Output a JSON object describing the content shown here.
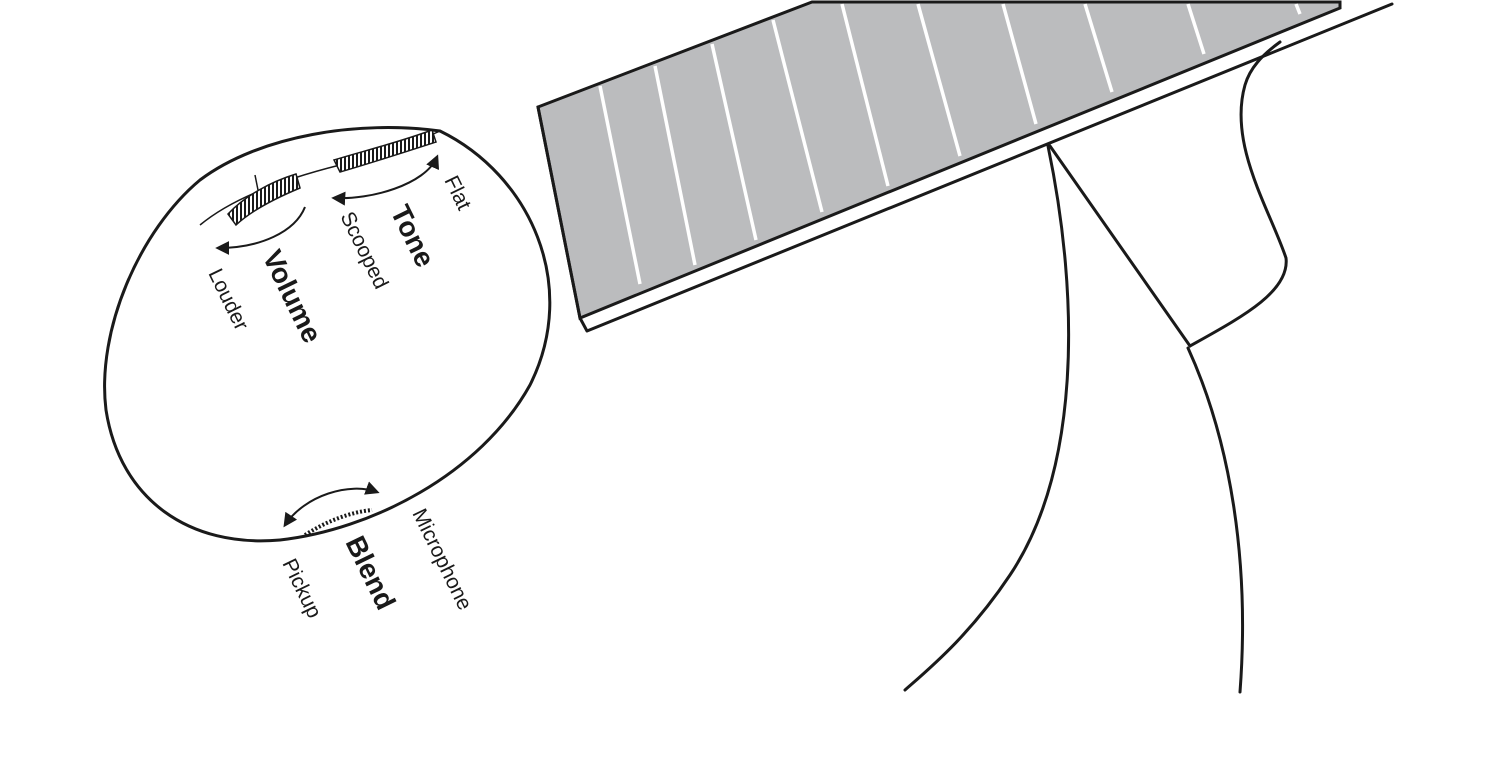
{
  "controls": {
    "tone": {
      "label": "Tone",
      "left_label": "Scooped",
      "right_label": "Flat"
    },
    "volume": {
      "label": "Volume",
      "left_label": "Louder"
    },
    "blend": {
      "label": "Blend",
      "left_label": "Pickup",
      "right_label": "Microphone"
    }
  },
  "colors": {
    "fretboard": "#bbbcbe",
    "fret_wire": "#ffffff",
    "line": "#1a1a1a",
    "background": "#ffffff"
  }
}
